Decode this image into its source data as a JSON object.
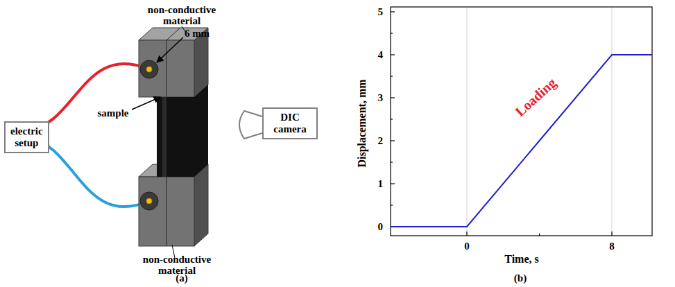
{
  "diagram": {
    "nodes": [
      {
        "text": [
          "electric setup"
        ]
      },
      {
        "text": [
          "DIC camera"
        ]
      }
    ],
    "labels": [
      "non-conductive material",
      "6 mm",
      "sample",
      "non-conductive material",
      "(a)",
      "5",
      "4",
      "3",
      "2",
      "1",
      "0",
      "0",
      "8",
      "Displacement, mm",
      "Time, s",
      "Loading",
      "(b)"
    ]
  }
}
